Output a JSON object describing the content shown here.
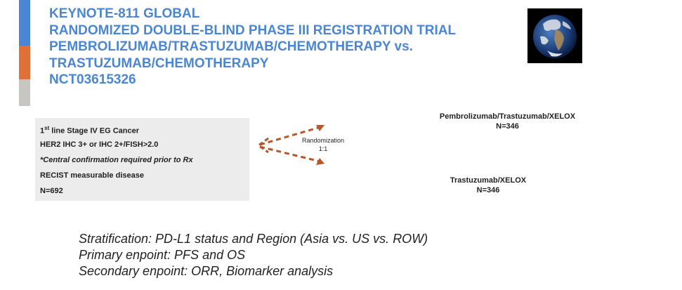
{
  "colors": {
    "title": "#4a86d4",
    "bar_blue": "#4a86d4",
    "bar_orange": "#e0703a",
    "bar_gray": "#c8c6c2",
    "arrow": "#b5572a",
    "box_bg": "#ececec"
  },
  "title": {
    "lines": [
      "KEYNOTE-811 GLOBAL",
      "RANDOMIZED DOUBLE-BLIND PHASE III REGISTRATION TRIAL",
      "PEMBROLIZUMAB/TRASTUZUMAB/CHEMOTHERAPY vs.",
      "TRASTUZUMAB/CHEMOTHERAPY",
      "NCT03615326"
    ]
  },
  "criteria": {
    "line1_sup": "st",
    "line1_prefix": "1",
    "line1_rest": " line Stage IV EG Cancer",
    "line2": "HER2 IHC 3+ or IHC 2+/FISH>2.0",
    "line3": "*Central confirmation required prior to Rx",
    "line4": "RECIST measurable disease",
    "line5": "N=692"
  },
  "randomization": {
    "label": "Randomization",
    "ratio": "1:1"
  },
  "arms": [
    {
      "name": "Pembrolizumab/Trastuzumab/XELOX",
      "n": "N=346"
    },
    {
      "name": "Trastuzumab/XELOX",
      "n": "N=346"
    }
  ],
  "notes": [
    "Stratification: PD-L1 status and Region (Asia vs. US vs. ROW)",
    "Primary enpoint: PFS and OS",
    "Secondary enpoint: ORR, Biomarker analysis"
  ],
  "icons": {
    "globe": "earth-globe-icon"
  }
}
